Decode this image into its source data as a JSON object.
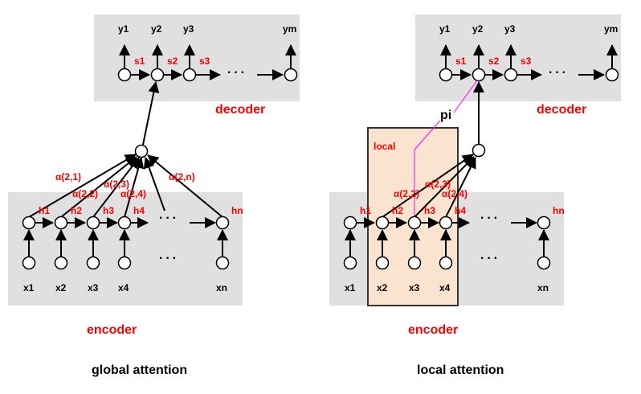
{
  "colors": {
    "panel_bg": "#e0e0e0",
    "local_window_bg": "#fbe4cf",
    "local_window_border": "#333333",
    "label_red": "#ff0000",
    "label_black": "#000000",
    "alignment_line": "#ff00ff"
  },
  "panels": [
    {
      "id": "global",
      "caption": "global attention",
      "decoder": {
        "title": "decoder",
        "outputs": [
          "y1",
          "y2",
          "y3",
          "ym"
        ],
        "states": [
          "s1",
          "s2",
          "s3"
        ],
        "ellipsis": "···"
      },
      "encoder": {
        "title": "encoder",
        "inputs": [
          "x1",
          "x2",
          "x3",
          "x4",
          "xn"
        ],
        "hidden": [
          "h1",
          "h2",
          "h3",
          "h4",
          "hn"
        ],
        "ellipsis": "···"
      },
      "attention_weights": [
        "α(2,1)",
        "α(2,2)",
        "α(2,3)",
        "α(2,4)",
        "α(2,n)"
      ]
    },
    {
      "id": "local",
      "caption": "local attention",
      "decoder": {
        "title": "decoder",
        "outputs": [
          "y1",
          "y2",
          "y3",
          "ym"
        ],
        "states": [
          "s1",
          "s2",
          "s3"
        ],
        "ellipsis": "···"
      },
      "encoder": {
        "title": "encoder",
        "inputs": [
          "x1",
          "x2",
          "x3",
          "x4",
          "xn"
        ],
        "hidden": [
          "h1",
          "h2",
          "h3",
          "h4",
          "hn"
        ],
        "ellipsis": "···"
      },
      "local_window_label": "local",
      "aligned_position_label": "pi",
      "attention_weights": [
        "α(2,2)",
        "α(2,3)",
        "α(2,4)"
      ]
    }
  ]
}
